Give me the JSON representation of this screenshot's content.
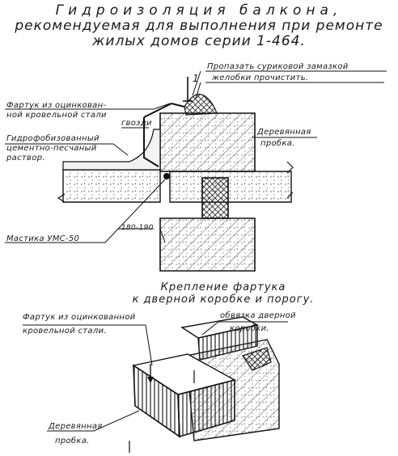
{
  "title": {
    "line1": "Гидроизоляция балкона,",
    "line2": "рекомендуемая для выполнения при ремонте",
    "line3": "жилых домов серии 1-464."
  },
  "section_mark": "1",
  "labels": {
    "propazat": "Пропазать суриковой замазкой",
    "zhelobki": "желобки прочистить.",
    "fartuk_top_1": "Фартук из оцинкован-",
    "fartuk_top_2": "ной кровельной стали",
    "gvozdi": "гвозди",
    "gidro_1": "Гидрофобизованный",
    "gidro_2": "цементно-песчаный",
    "gidro_3": "раствор.",
    "derev_top_1": "Деревянная",
    "derev_top_2": "пробка.",
    "mastika": "Мастика УМС-50",
    "dim": "180-190"
  },
  "subtitle": {
    "line1": "Крепление фартука",
    "line2": "к дверной коробке и порогу."
  },
  "labels2": {
    "fartuk_bot_1": "Фартук из оцинкованной",
    "fartuk_bot_2": "кровельной стали.",
    "obvyazka_1": "обвязка дверной",
    "obvyazka_2": "коробки.",
    "derev_bot_1": "Деревянная",
    "derev_bot_2": "пробка."
  }
}
